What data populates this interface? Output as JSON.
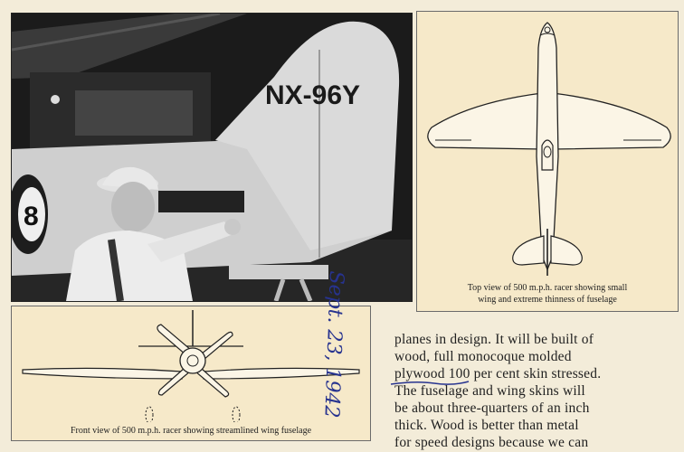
{
  "photo": {
    "tail_registration": "NX-96Y",
    "roundel_number": "8"
  },
  "top_view": {
    "caption_line1": "Top view of 500 m.p.h. racer showing small",
    "caption_line2": "wing and extreme thinness of fuselage"
  },
  "front_view": {
    "caption": "Front view of 500 m.p.h. racer showing streamlined wing fuselage"
  },
  "article": {
    "lines": [
      "planes in design. It will be built of",
      "wood, full monocoque molded",
      "plywood 100 per cent skin stressed.",
      "The fuselage and wing skins will",
      "be about three-quarters of an inch",
      "thick. Wood is better than metal",
      "for speed designs because we can"
    ]
  },
  "handwritten_note": "Sept. 23, 1942",
  "colors": {
    "paper": "#f3ecd9",
    "drawing_bg": "#f6e9c9",
    "ink_blue": "#27338f"
  }
}
